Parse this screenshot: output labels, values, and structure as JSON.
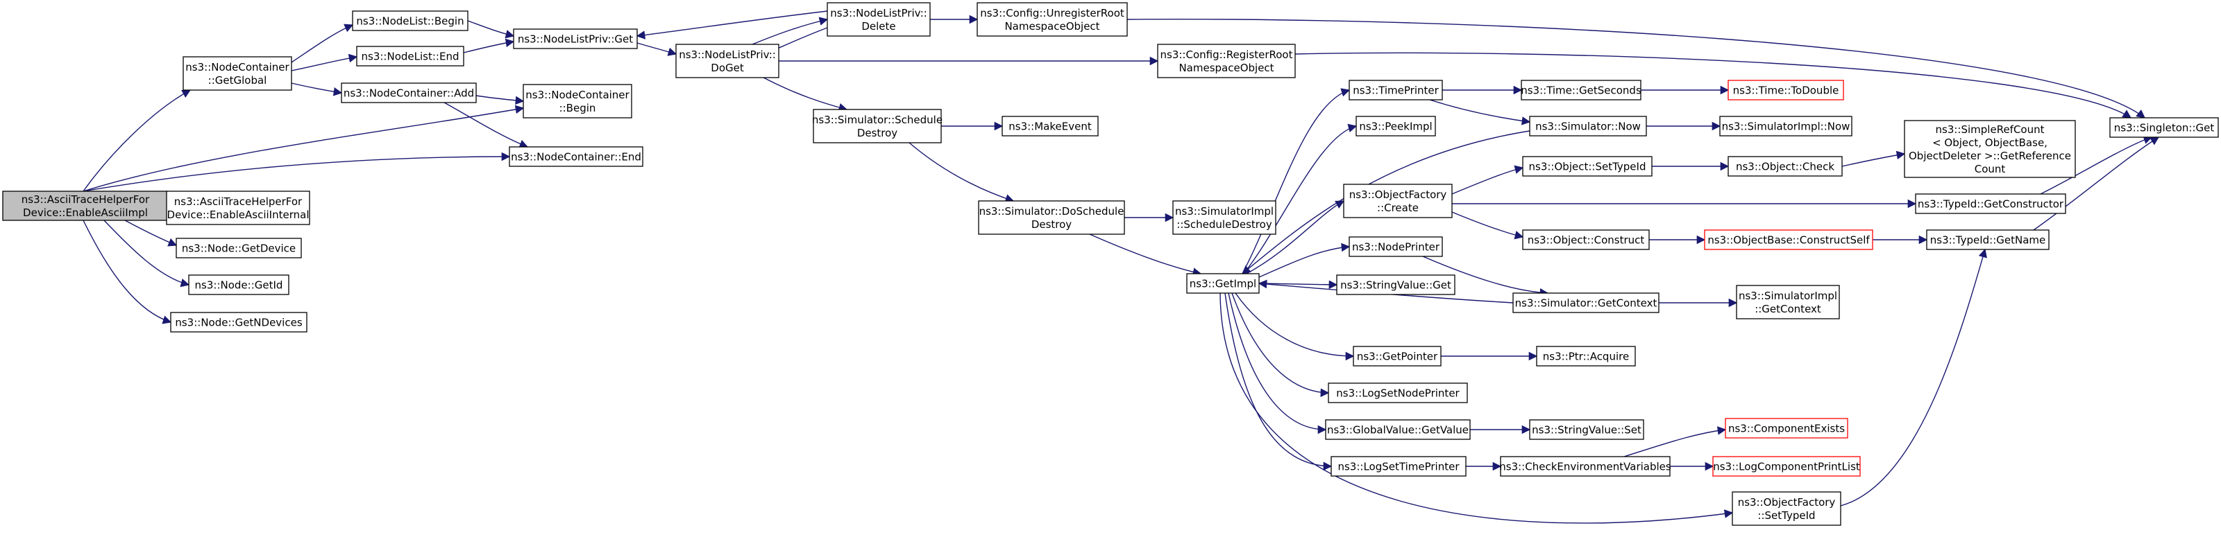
{
  "colors": {
    "edge": "#191970",
    "root_fill": "#bfbfbf",
    "box_border": "#000000",
    "missing_border": "#ff0000"
  },
  "nodes": {
    "root": [
      "ns3::AsciiTraceHelperFor",
      "Device::EnableAsciiImpl"
    ],
    "nc_getglobal": [
      "ns3::NodeContainer",
      "::GetGlobal"
    ],
    "nl_begin": [
      "ns3::NodeList::Begin"
    ],
    "nl_end": [
      "ns3::NodeList::End"
    ],
    "nc_add": [
      "ns3::NodeContainer::Add"
    ],
    "nlp_get": [
      "ns3::NodeListPriv::Get"
    ],
    "nlp_delete": [
      "ns3::NodeListPriv::",
      "Delete"
    ],
    "nlp_doget": [
      "ns3::NodeListPriv::",
      "DoGet"
    ],
    "cfg_unreg": [
      "ns3::Config::UnregisterRoot",
      "NamespaceObject"
    ],
    "cfg_reg": [
      "ns3::Config::RegisterRoot",
      "NamespaceObject"
    ],
    "singleton_get": [
      "ns3::Singleton::Get"
    ],
    "nc_begin": [
      "ns3::NodeContainer",
      "::Begin"
    ],
    "nc_end": [
      "ns3::NodeContainer::End"
    ],
    "ascii_internal": [
      "ns3::AsciiTraceHelperFor",
      "Device::EnableAsciiInternal"
    ],
    "node_getdevice": [
      "ns3::Node::GetDevice"
    ],
    "node_getid": [
      "ns3::Node::GetId"
    ],
    "node_getndevices": [
      "ns3::Node::GetNDevices"
    ],
    "sim_schedule_destroy": [
      "ns3::Simulator::Schedule",
      "Destroy"
    ],
    "make_event": [
      "ns3::MakeEvent"
    ],
    "sim_doschedule_destroy": [
      "ns3::Simulator::DoSchedule",
      "Destroy"
    ],
    "simimpl_schedule_destroy": [
      "ns3::SimulatorImpl",
      "::ScheduleDestroy"
    ],
    "getimpl": [
      "ns3::GetImpl"
    ],
    "timeprinter": [
      "ns3::TimePrinter"
    ],
    "peekimpl": [
      "ns3::PeekImpl"
    ],
    "objfactory_create": [
      "ns3::ObjectFactory",
      "::Create"
    ],
    "nodeprinter": [
      "ns3::NodePrinter"
    ],
    "stringvalue_get": [
      "ns3::StringValue::Get"
    ],
    "getpointer": [
      "ns3::GetPointer"
    ],
    "lognodeprinter": [
      "ns3::LogSetNodePrinter"
    ],
    "globalvalue_getvalue": [
      "ns3::GlobalValue::GetValue"
    ],
    "logsettimeprinter": [
      "ns3::LogSetTimePrinter"
    ],
    "time_getseconds": [
      "ns3::Time::GetSeconds"
    ],
    "time_todouble": [
      "ns3::Time::ToDouble"
    ],
    "sim_now": [
      "ns3::Simulator::Now"
    ],
    "simimpl_now": [
      "ns3::SimulatorImpl::Now"
    ],
    "obj_settypeid": [
      "ns3::Object::SetTypeId"
    ],
    "obj_check": [
      "ns3::Object::Check"
    ],
    "simplerefcount": [
      "ns3::SimpleRefCount",
      "< Object, ObjectBase,",
      "ObjectDeleter >::GetReference",
      "Count"
    ],
    "typeid_getconstructor": [
      "ns3::TypeId::GetConstructor"
    ],
    "obj_construct": [
      "ns3::Object::Construct"
    ],
    "objbase_constructself": [
      "ns3::ObjectBase::ConstructSelf"
    ],
    "typeid_getname": [
      "ns3::TypeId::GetName"
    ],
    "sim_getcontext": [
      "ns3::Simulator::GetContext"
    ],
    "simimpl_getcontext": [
      "ns3::SimulatorImpl",
      "::GetContext"
    ],
    "ptr_acquire": [
      "ns3::Ptr::Acquire"
    ],
    "stringvalue_set": [
      "ns3::StringValue::Set"
    ],
    "check_env": [
      "ns3::CheckEnvironmentVariables"
    ],
    "component_exists": [
      "ns3::ComponentExists"
    ],
    "logcomponent_printlist": [
      "ns3::LogComponentPrintList"
    ],
    "objfactory_settypeid": [
      "ns3::ObjectFactory",
      "::SetTypeId"
    ]
  }
}
